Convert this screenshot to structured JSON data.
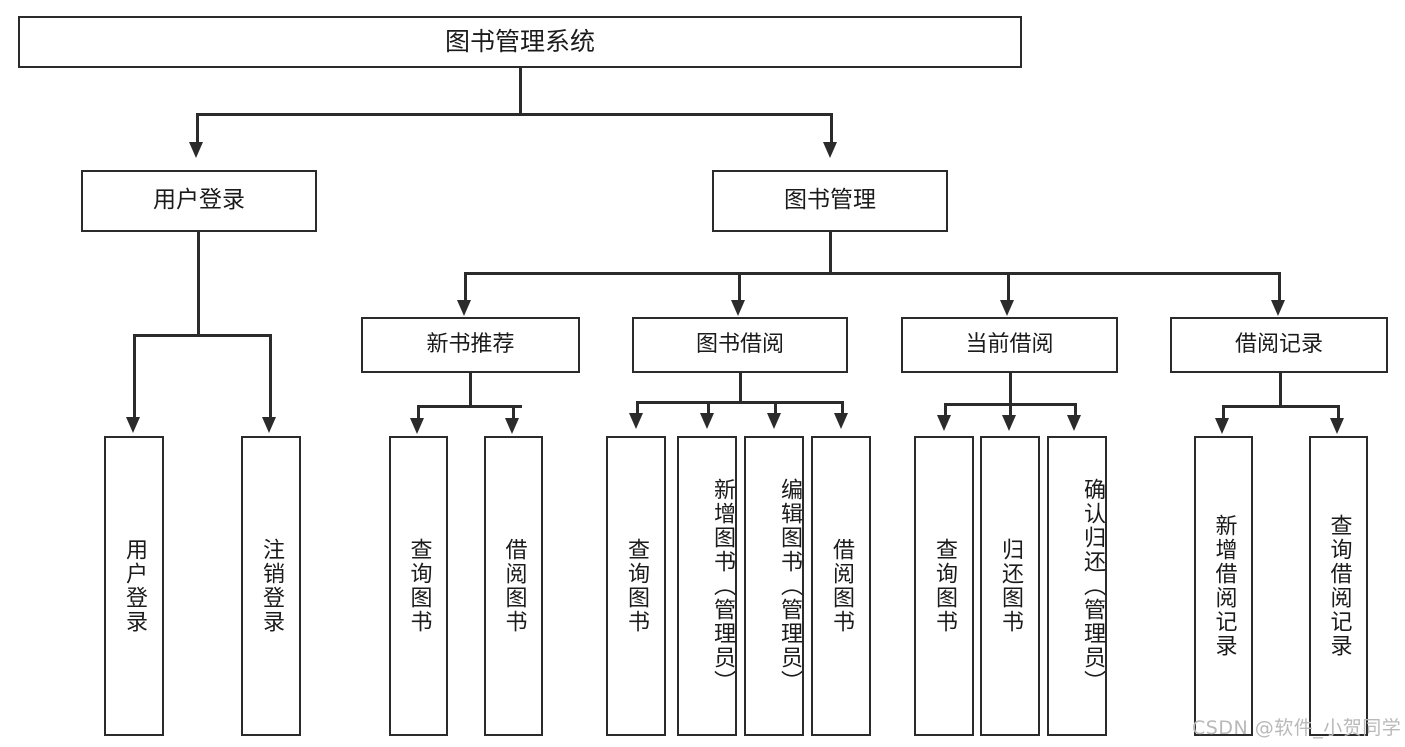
{
  "diagram": {
    "type": "tree-hierarchy",
    "root": {
      "label": "图书管理系统"
    },
    "level2": [
      {
        "label": "用户登录"
      },
      {
        "label": "图书管理"
      }
    ],
    "level3": [
      {
        "label": "新书推荐"
      },
      {
        "label": "图书借阅"
      },
      {
        "label": "当前借阅"
      },
      {
        "label": "借阅记录"
      }
    ],
    "leaves": {
      "user_login": [
        {
          "label": "用户登录"
        },
        {
          "label": "注销登录"
        }
      ],
      "new_book_recommend": [
        {
          "label": "查询图书"
        },
        {
          "label": "借阅图书"
        }
      ],
      "book_borrow": [
        {
          "label": "查询图书"
        },
        {
          "label": "新增图书（管理员）"
        },
        {
          "label": "编辑图书（管理员）"
        },
        {
          "label": "借阅图书"
        }
      ],
      "current_borrow": [
        {
          "label": "查询图书"
        },
        {
          "label": "归还图书"
        },
        {
          "label": "确认归还（管理员）"
        }
      ],
      "borrow_record": [
        {
          "label": "新增借阅记录"
        },
        {
          "label": "查询借阅记录"
        }
      ]
    }
  },
  "watermark": {
    "text": "CSDN @软件_小贺同学"
  },
  "colors": {
    "stroke": "#2b2b2b",
    "background": "#ffffff",
    "text": "#1b1b1b",
    "watermark": "#b9b9b9"
  }
}
